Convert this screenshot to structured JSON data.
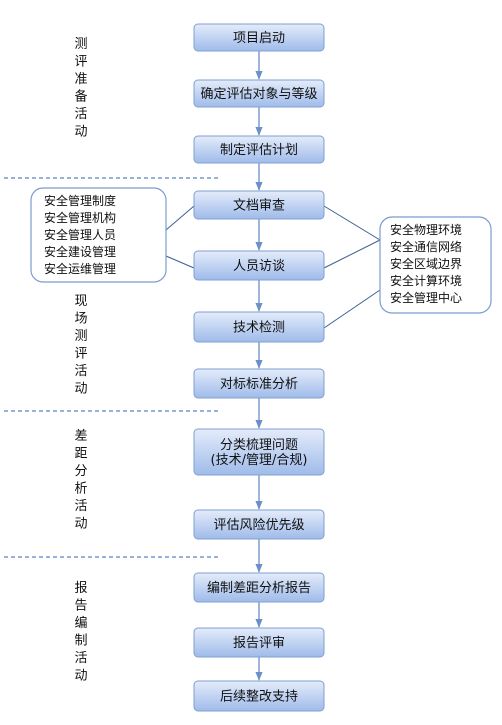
{
  "phases": [
    {
      "label": "测评准备活动"
    },
    {
      "label": "现场测评活动"
    },
    {
      "label": "差距分析活动"
    },
    {
      "label": "报告编制活动"
    }
  ],
  "steps": [
    {
      "lines": [
        "项目启动"
      ]
    },
    {
      "lines": [
        "确定评估对象与等级"
      ]
    },
    {
      "lines": [
        "制定评估计划"
      ]
    },
    {
      "lines": [
        "文档审查"
      ]
    },
    {
      "lines": [
        "人员访谈"
      ]
    },
    {
      "lines": [
        "技术检测"
      ]
    },
    {
      "lines": [
        "对标标准分析"
      ]
    },
    {
      "lines": [
        "分类梳理问题",
        "(技术/管理/合规)"
      ]
    },
    {
      "lines": [
        "评估风险优先级"
      ]
    },
    {
      "lines": [
        "编制差距分析报告"
      ]
    },
    {
      "lines": [
        "报告评审"
      ]
    },
    {
      "lines": [
        "后续整改支持"
      ]
    }
  ],
  "management_aspects": [
    "安全管理制度",
    "安全管理机构",
    "安全管理人员",
    "安全建设管理",
    "安全运维管理"
  ],
  "technical_aspects": [
    "安全物理环境",
    "安全通信网络",
    "安全区域边界",
    "安全计算环境",
    "安全管理中心"
  ],
  "colors": {
    "node_top": "#e4ecfa",
    "node_bottom": "#9fbbea",
    "node_border": "#7f9fd2",
    "arrow": "#6b8fc8",
    "divider": "#5b82c2"
  }
}
